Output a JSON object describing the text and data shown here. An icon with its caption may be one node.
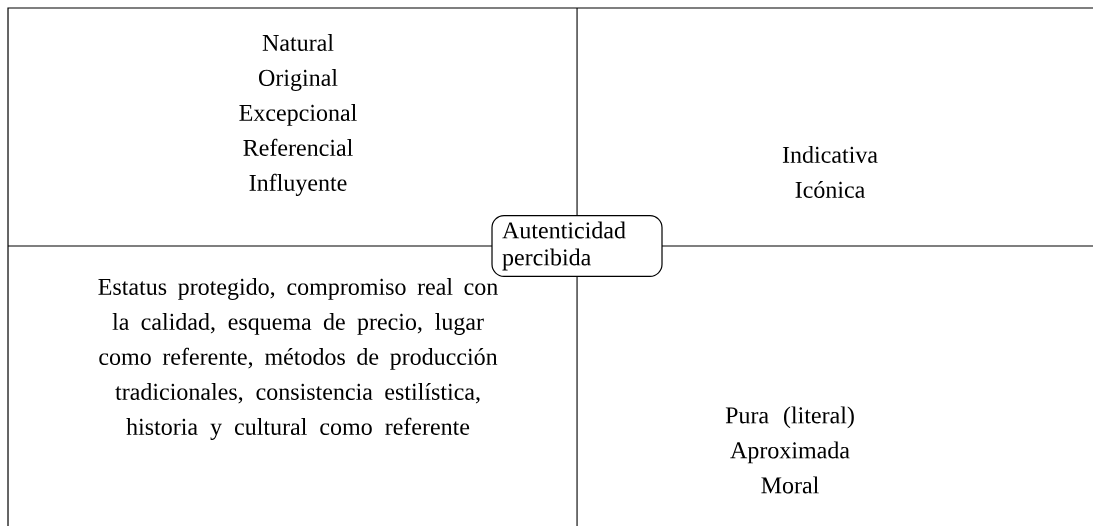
{
  "diagram": {
    "nodes": [
      {
        "text": [
          "Natural",
          "Original",
          "Excepcional",
          "Referencial",
          "Influyente"
        ]
      },
      {
        "text": [
          "Indicativa",
          "Icónica"
        ]
      },
      {
        "text": [
          "Estatus protegido, compromiso real con la calidad, esquema de precio, lugar como referente, métodos de producción tradicionales, consistencia estilística, historia y cultural como referente"
        ]
      },
      {
        "text": [
          "Pura (literal)",
          "Aproximada",
          "Moral"
        ]
      },
      {
        "text": [
          "Autenticidad percibida"
        ]
      }
    ]
  }
}
